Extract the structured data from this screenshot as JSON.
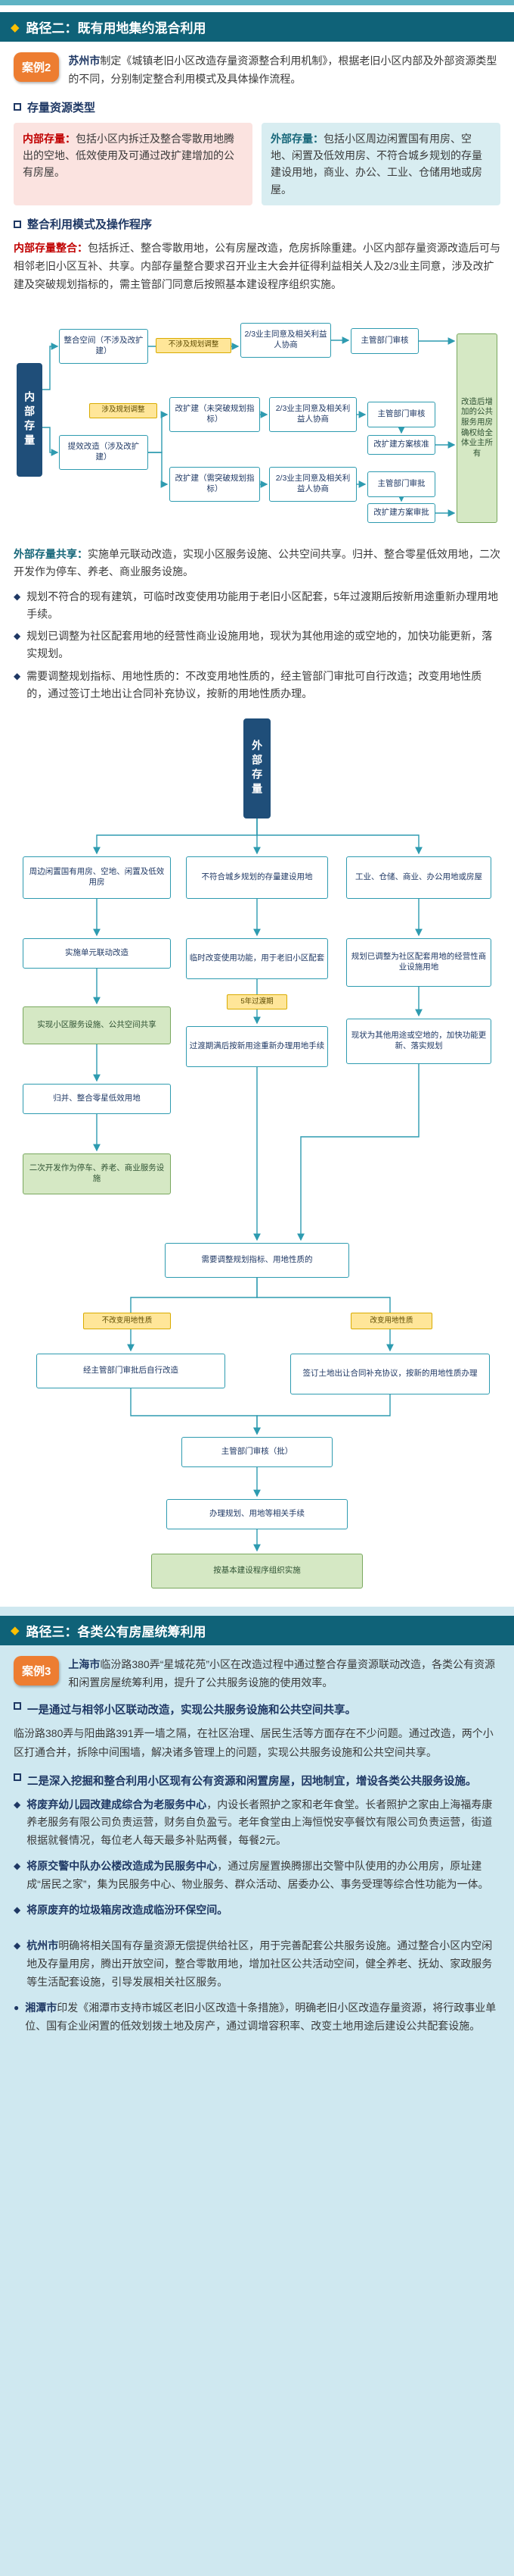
{
  "icons": {
    "diamond": "◆",
    "bullet_diamond": "◆",
    "bullet_circle": "●"
  },
  "colors": {
    "header_bg": "#0f6278",
    "accent_yellow": "#ffc000",
    "badge_orange": "#ed7d31",
    "red_title": "#c00000",
    "teal_title": "#17677a",
    "navy": "#1f3864",
    "pink_box_bg": "#fbe3e0",
    "teal_box_bg": "#d8edf1",
    "section3_bg": "#cfe8f0",
    "node_border": "#2e9bb0",
    "dark_node": "#1f4e79",
    "green_node": "#d5e8c4",
    "yellow_label": "#ffe699"
  },
  "path2": {
    "header": "路径二：既有用地集约混合利用",
    "case": {
      "badge": "案例2",
      "city": "苏州市",
      "text": "制定《城镇老旧小区改造存量资源整合利用机制》，根据老旧小区内部及外部资源类型的不同，分别制定整合利用模式及具体操作流程。"
    },
    "resource_section_title": "存量资源类型",
    "internal_stock": {
      "title": "内部存量：",
      "body": "包括小区内拆迁及整合零散用地腾出的空地、低效使用及可通过改扩建增加的公有房屋。"
    },
    "external_stock": {
      "title": "外部存量：",
      "body": "包括小区周边闲置国有用房、空地、闲置及低效用房、不符合城乡规划的存量建设用地，商业、办公、工业、仓储用地或房屋。"
    },
    "mode_section_title": "整合利用模式及操作程序",
    "internal_integration": {
      "title": "内部存量整合：",
      "body": "包括拆迁、整合零散用地，公有房屋改造，危房拆除重建。小区内部存量资源改造后可与相邻老旧小区互补、共享。内部存量整合要求召开业主大会并征得利益相关人及2/3业主同意，涉及改扩建及突破规划指标的，需主管部门同意后按照基本建设程序组织实施。"
    },
    "flow1": {
      "nodes": {
        "source": "内部存量",
        "integrate": "整合空间（不涉及改扩建）",
        "upgrade": "提效改造（涉及改扩建）",
        "label_no_plan": "不涉及规划调整",
        "label_plan": "涉及规划调整",
        "not_exceed": "改扩建（未突破规划指标）",
        "exceed": "改扩建（需突破规划指标）",
        "consent1": "2/3业主同意及相关利益人协商",
        "consent2": "2/3业主同意及相关利益人协商",
        "consent3": "2/3业主同意及相关利益人协商",
        "review1": "主管部门审核",
        "review2": "主管部门审核",
        "approve": "主管部门审批",
        "plan_ok": "改扩建方案核准",
        "plan_approve": "改扩建方案审批",
        "outcome": "改造后增加的公共服务用房确权给全体业主所有"
      }
    },
    "external_share": {
      "title": "外部存量共享：",
      "body": "实施单元联动改造，实现小区服务设施、公共空间共享。归并、整合零星低效用地，二次开发作为停车、养老、商业服务设施。"
    },
    "bullets": [
      "规划不符合的现有建筑，可临时改变使用功能用于老旧小区配套，5年过渡期后按新用途重新办理用地手续。",
      "规划已调整为社区配套用地的经营性商业设施用地，现状为其他用途的或空地的，加快功能更新，落实规划。",
      "需要调整规划指标、用地性质的：不改变用地性质的，经主管部门审批可自行改造；改变用地性质的，通过签订土地出让合同补充协议，按新的用地性质办理。"
    ],
    "flow2": {
      "nodes": {
        "source": "外部存量",
        "cat1": "周边闲置国有用房、空地、闲置及低效用房",
        "cat2": "不符合城乡规划的存量建设用地",
        "cat3": "工业、仓储、商业、办公用地或房屋",
        "n1": "实施单元联动改造",
        "g1": "实现小区服务设施、公共空间共享",
        "n2": "归并、整合零星低效用地",
        "g2": "二次开发作为停车、养老、商业服务设施",
        "n3": "临时改变使用功能，用于老旧小区配套",
        "lbl_5y": "5年过渡期",
        "n4": "过渡期满后按新用途重新办理用地手续",
        "n5": "规划已调整为社区配套用地的经营性商业设施用地",
        "n6": "现状为其他用途或空地的，加快功能更新、落实规划",
        "d": "需要调整规划指标、用地性质的",
        "lbl_keep": "不改变用地性质",
        "lbl_change": "改变用地性质",
        "e1": "经主管部门审批后自行改造",
        "e2": "签订土地出让合同补充协议，按新的用地性质办理",
        "f": "主管部门审核（批）",
        "g": "办理规划、用地等相关手续",
        "h": "按基本建设程序组织实施"
      }
    }
  },
  "path3": {
    "header": "路径三：各类公有房屋统筹利用",
    "case": {
      "badge": "案例3",
      "city": "上海市",
      "text": "临汾路380弄“星城花苑”小区在改造过程中通过整合存量资源联动改造，各类公有资源和闲置房屋统筹利用，提升了公共服务设施的使用效率。"
    },
    "point1": {
      "title": "一是通过与相邻小区联动改造，实现公共服务设施和公共空间共享。",
      "body": "临汾路380弄与阳曲路391弄一墙之隔，在社区治理、居民生活等方面存在不少问题。通过改造，两个小区打通合并，拆除中间围墙，解决诸多管理上的问题，实现公共服务设施和公共空间共享。"
    },
    "point2": {
      "title": "二是深入挖掘和整合利用小区现有公有资源和闲置房屋，因地制宜，增设各类公共服务设施。"
    },
    "sub_bullets": [
      {
        "lead": "将废弃幼儿园改建成综合为老服务中心",
        "rest": "，内设长者照护之家和老年食堂。长者照护之家由上海福寿康养老服务有限公司负责运营，财务自负盈亏。老年食堂由上海恒悦安亭餐饮有限公司负责运营，街道根据就餐情况，每位老人每天最多补贴两餐，每餐2元。"
      },
      {
        "lead": "将原交警中队办公楼改造成为民服务中心",
        "rest": "，通过房屋置换腾挪出交警中队使用的办公用房，原址建成“居民之家”，集为民服务中心、物业服务、群众活动、居委办公、事务受理等综合性功能为一体。"
      },
      {
        "lead": "将原废弃的垃圾箱房改造成临汾环保空间。",
        "rest": ""
      }
    ],
    "other_cases": [
      {
        "bullet": "◆",
        "city": "杭州市",
        "text": "明确将相关国有存量资源无偿提供给社区，用于完善配套公共服务设施。通过整合小区内空闲地及存量用房，腾出开放空间，整合零散用地，增加社区公共活动空间，健全养老、抚幼、家政服务等生活配套设施，引导发展相关社区服务。"
      },
      {
        "bullet": "●",
        "city": "湘潭市",
        "text": "印发《湘潭市支持市城区老旧小区改造十条措施》，明确老旧小区改造存量资源，将行政事业单位、国有企业闲置的低效划拨土地及房产，通过调增容积率、改变土地用途后建设公共配套设施。"
      }
    ]
  }
}
